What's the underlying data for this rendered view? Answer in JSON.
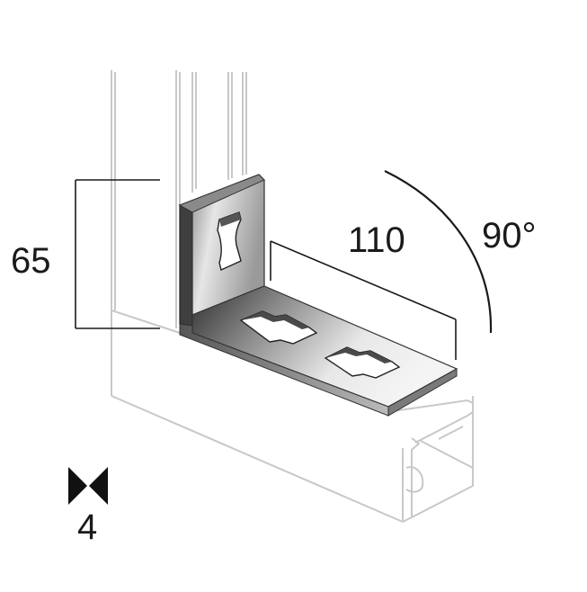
{
  "dimensions": {
    "height": "65",
    "length": "110",
    "angle": "90°"
  },
  "hole_count": "4",
  "colors": {
    "outline": "#c8c8c8",
    "dimension_line": "#1a1a1a",
    "metal_light": "#f2f2f2",
    "metal_dark": "#3a3a3a",
    "hole_edge": "#555555"
  }
}
